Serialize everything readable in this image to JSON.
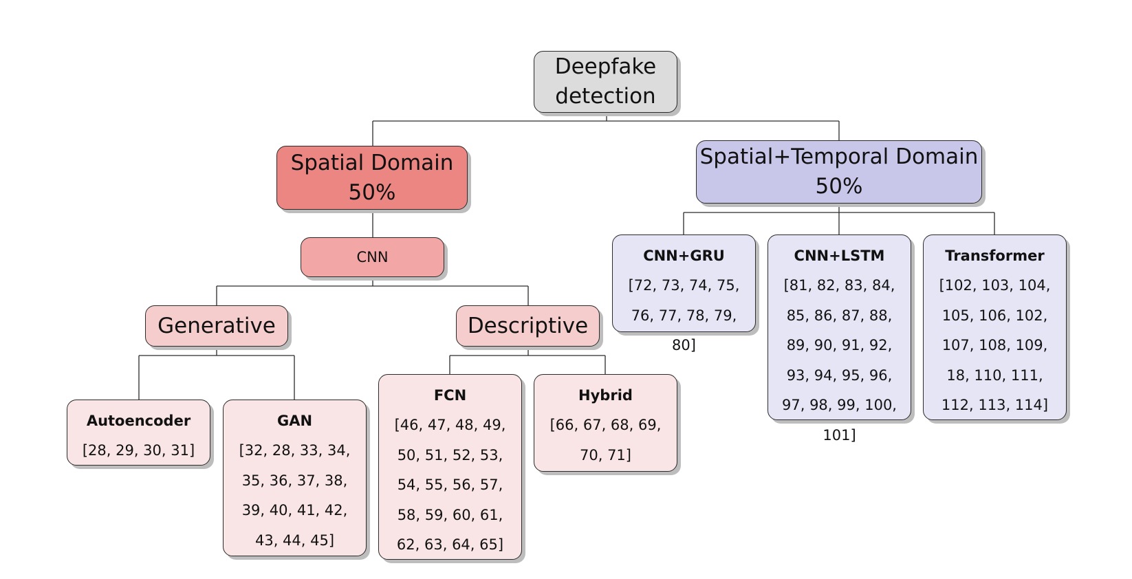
{
  "nodes": {
    "root": "Deepfake detection",
    "spatial": {
      "name": "Spatial Domain",
      "share": "50%"
    },
    "temporal": {
      "name": "Spatial+Temporal Domain",
      "share": "50%"
    },
    "cnn": "CNN",
    "generative": "Generative",
    "descriptive": "Descriptive",
    "autoencoder": {
      "title": "Autoencoder",
      "refs": "[28, 29, 30, 31]"
    },
    "gan": {
      "title": "GAN",
      "refs": "[32, 28, 33, 34, 35, 36, 37, 38, 39, 40, 41, 42, 43, 44, 45]"
    },
    "fcn": {
      "title": "FCN",
      "refs": "[46, 47, 48, 49, 50, 51, 52, 53, 54, 55, 56, 57, 58, 59, 60, 61, 62, 63, 64, 65]"
    },
    "hybrid": {
      "title": "Hybrid",
      "refs": "[66, 67, 68, 69, 70, 71]"
    },
    "cnn_gru": {
      "title": "CNN+GRU",
      "refs": "[72, 73, 74, 75, 76, 77, 78, 79, 80]"
    },
    "cnn_lstm": {
      "title": "CNN+LSTM",
      "refs": "[81, 82, 83, 84, 85, 86, 87, 88, 89, 90, 91, 92, 93, 94, 95, 96, 97, 98, 99, 100, 101]"
    },
    "transformer": {
      "title": "Transformer",
      "refs": "[102, 103, 104, 105, 106, 102, 107, 108, 109, 18, 110, 111, 112, 113, 114]"
    }
  },
  "colors": {
    "root": "#dcdcdc",
    "spatial_level1": "#ec8682",
    "spatial_level2": "#f2a7a6",
    "spatial_level3": "#f6cdcd",
    "spatial_leaf": "#f9e5e5",
    "temporal_level1": "#c8c7ea",
    "temporal_leaf": "#e6e5f6"
  }
}
